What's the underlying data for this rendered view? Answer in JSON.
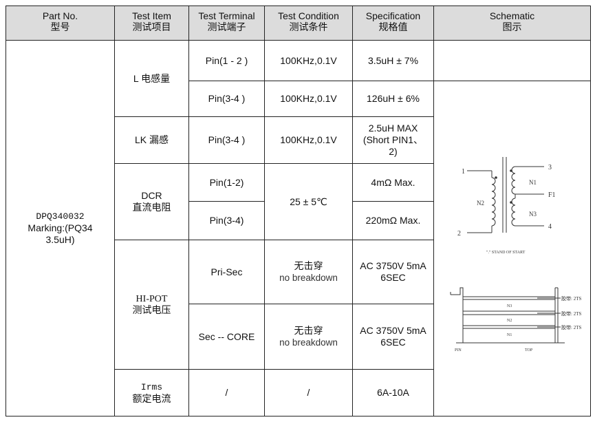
{
  "header": {
    "part_no": "Part No.",
    "part_no_cn": "型号",
    "test_item": "Test Item",
    "test_item_cn": "测试项目",
    "test_terminal": "Test Terminal",
    "test_terminal_cn": "测试端子",
    "test_condition": "Test Condition",
    "test_condition_cn": "测试条件",
    "specification": "Specification",
    "specification_cn": "规格值",
    "schematic": "Schematic",
    "schematic_cn": "图示"
  },
  "part": {
    "number": "DPQ340032",
    "marking_1": "Marking:(PQ34",
    "marking_2": "3.5uH)"
  },
  "rows": {
    "l": {
      "item": "L 电感量",
      "sub1": {
        "terminal": "Pin(1 - 2 )",
        "condition": "100KHz,0.1V",
        "spec": "3.5uH ± 7%"
      },
      "sub2": {
        "terminal": "Pin(3-4 )",
        "condition": "100KHz,0.1V",
        "spec": "126uH ± 6%"
      }
    },
    "lk": {
      "item": "LK 漏感",
      "terminal": "Pin(3-4 )",
      "condition": "100KHz,0.1V",
      "spec_1": "2.5uH MAX",
      "spec_2": "(Short PIN1、",
      "spec_3": "2)"
    },
    "dcr": {
      "item_1": "DCR",
      "item_2": "直流电阻",
      "condition": "25 ± 5℃",
      "sub1": {
        "terminal": "Pin(1-2)",
        "spec": "4mΩ  Max."
      },
      "sub2": {
        "terminal": "Pin(3-4)",
        "spec": "220mΩ  Max."
      }
    },
    "hipot": {
      "item_1": "HI-POT",
      "item_2": "测试电压",
      "sub1": {
        "terminal": "Pri-Sec",
        "cond_cn": "无击穿",
        "cond_en": "no breakdown",
        "spec_1": "AC 3750V 5mA",
        "spec_2": "6SEC"
      },
      "sub2": {
        "terminal": "Sec -- CORE",
        "cond_cn": "无击穿",
        "cond_en": "no breakdown",
        "spec_1": "AC 3750V 5mA",
        "spec_2": "6SEC"
      }
    },
    "irms": {
      "item_1": "Irms",
      "item_2": "额定电流",
      "terminal": "/",
      "condition": "/",
      "spec": "6A-10A"
    }
  },
  "schematic": {
    "pin1": "1",
    "pin2": "2",
    "pin3": "3",
    "pin4": "4",
    "pinf1": "F1",
    "n1": "N1",
    "n2": "N2",
    "n3": "N3",
    "note": "\".\" STAND OF START",
    "layer_n3": "N3",
    "layer_n2": "N2",
    "layer_n1": "N1",
    "tape_1": "胶带: 2TS",
    "tape_2": "胶带: 2TS",
    "tape_3": "胶带: 2TS",
    "pin_label": "PIN",
    "top_label": "TOP"
  }
}
